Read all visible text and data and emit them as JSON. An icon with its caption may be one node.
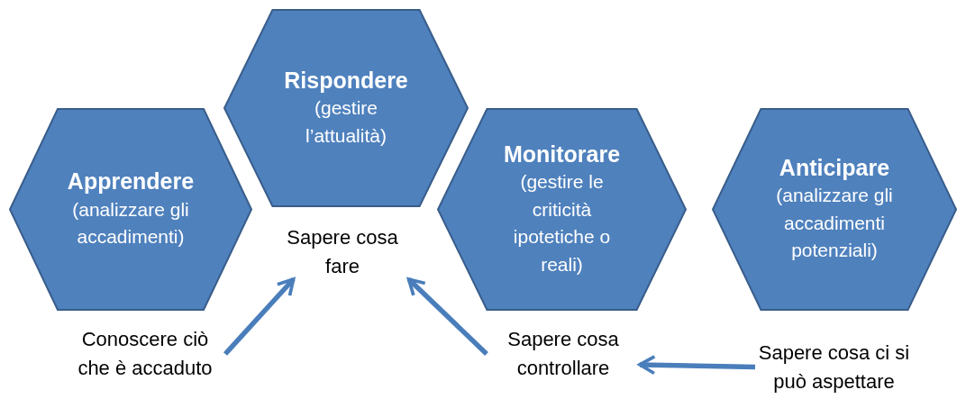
{
  "diagram": {
    "nodes": [
      {
        "text": [
          "Apprendere",
          "(analizzare gli accadimenti)"
        ]
      },
      {
        "text": [
          "Rispondere",
          "(gestire l’attualità)"
        ]
      },
      {
        "text": [
          "Monitorare",
          "(gestire le criticità ipotetiche o reali)"
        ]
      },
      {
        "text": [
          "Anticipare",
          "(analizzare gli accadimenti potenziali)"
        ]
      },
      {
        "text": [
          "Conoscere ciò che è accaduto"
        ]
      },
      {
        "text": [
          "Sapere cosa fare"
        ]
      },
      {
        "text": [
          "Sapere cosa controllare"
        ]
      },
      {
        "text": [
          "Sapere cosa ci si può aspettare"
        ]
      }
    ],
    "edges": [
      {
        "from": 4,
        "to": 5,
        "arrow": "to"
      },
      {
        "from": 6,
        "to": 5,
        "arrow": "to"
      },
      {
        "from": 7,
        "to": 6,
        "arrow": "to"
      }
    ]
  }
}
